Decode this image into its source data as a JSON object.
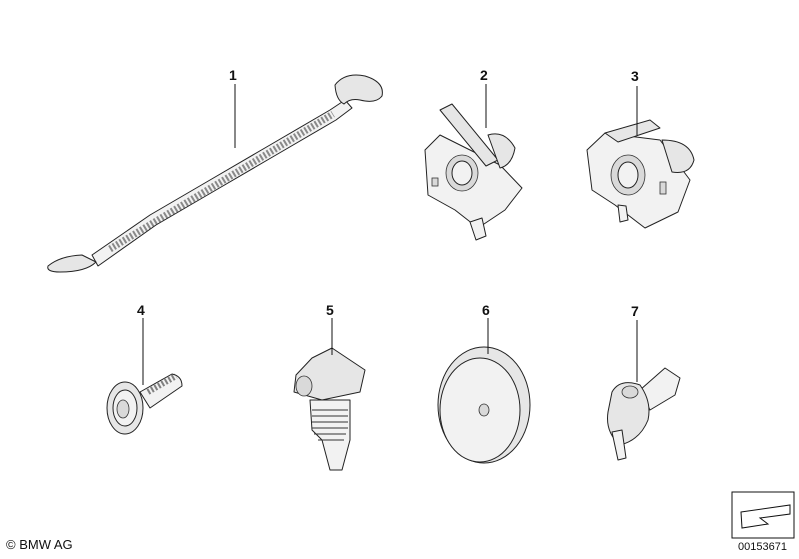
{
  "parts": [
    {
      "id": "part-1",
      "number": "1"
    },
    {
      "id": "part-2",
      "number": "2"
    },
    {
      "id": "part-3",
      "number": "3"
    },
    {
      "id": "part-4",
      "number": "4"
    },
    {
      "id": "part-5",
      "number": "5"
    },
    {
      "id": "part-6",
      "number": "6"
    },
    {
      "id": "part-7",
      "number": "7"
    }
  ],
  "footer": {
    "copyright": "© BMW AG",
    "document_number": "00153671"
  }
}
